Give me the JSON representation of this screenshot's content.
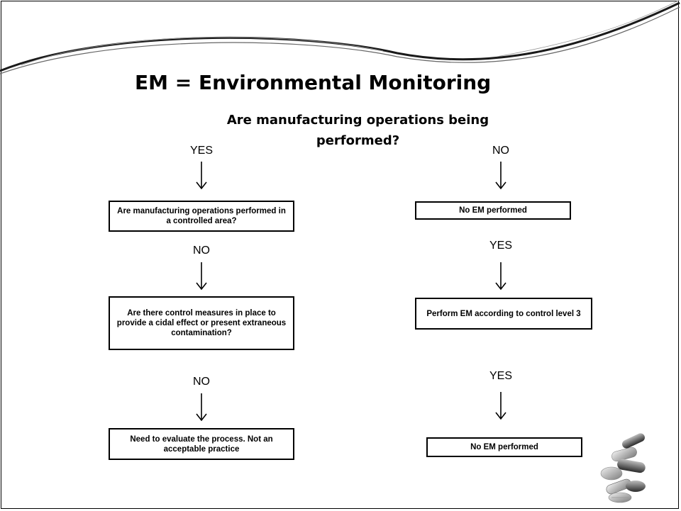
{
  "slide": {
    "title": "EM = Environmental Monitoring",
    "question": "Are manufacturing operations being performed?"
  },
  "left": {
    "label_1": "YES",
    "box_1": "Are manufacturing  operations performed in a controlled area?",
    "label_2": "NO",
    "box_2": "Are there control measures in place to provide a cidal effect or present extraneous contamination?",
    "label_3": "NO",
    "box_3": "Need to evaluate the process. Not an acceptable practice"
  },
  "right": {
    "label_1": "NO",
    "box_1": "No EM performed",
    "label_2": "YES",
    "box_2": "Perform EM according to control level 3",
    "label_3": "YES",
    "box_3": "No EM performed"
  }
}
